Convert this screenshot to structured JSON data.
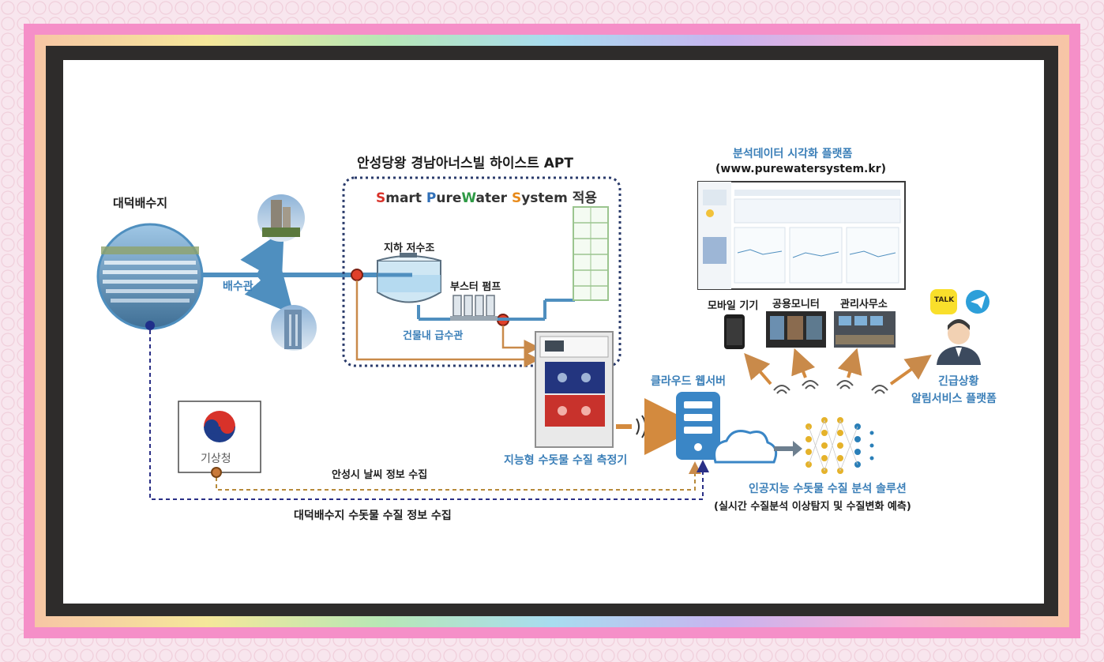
{
  "labels": {
    "reservoir": "대덕배수지",
    "pipe": "배수관",
    "apt_title": "안성당왕 경남아너스빌 하이스트 APT",
    "system_brand": {
      "s1": "S",
      "s2": "mart ",
      "p1": "P",
      "p2": "ure",
      "w1": "W",
      "w2": "ater ",
      "y1": "S",
      "y2": "ystem",
      "suffix": " 적용"
    },
    "underground_tank": "지하 저수조",
    "booster_pump": "부스터 펌프",
    "building_pipe": "건물내 급수관",
    "analyzer": "지능형 수돗물 수질 측정기",
    "cloud_server": "클라우드 웹서버",
    "kma_logo_text": "기상청",
    "weather_info": "안성시 날씨 정보 수집",
    "reservoir_info": "대덕배수지 수돗물 수질 정보 수집",
    "platform_title": "분석데이터 시각화 플랫폼",
    "platform_url": "(www.purewatersystem.kr)",
    "mobile": "모바일 기기",
    "public_monitor": "공용모니터",
    "office": "관리사무소",
    "emergency_line1": "긴급상황",
    "emergency_line2": "알림서비스 플랫폼",
    "ai_solution": "인공지능 수돗물 수질 분석 솔루션",
    "ai_desc": "(실시간 수질분석 이상탐지 및 수질변화 예측)",
    "talk_badge": "TALK"
  },
  "colors": {
    "pipe_blue": "#4f8fbf",
    "orange_line": "#c98a4a",
    "navy_dash": "#2a2f86",
    "label_blue": "#3b7fb8",
    "valve_red": "#e0402a",
    "brand_red": "#d8322a",
    "brand_blue": "#2f6fb8",
    "brand_green": "#2e9a45",
    "brand_orange": "#e88a1a"
  },
  "icons": [
    "apartment-photo-icon",
    "office-tower-photo-icon",
    "water-tank-icon",
    "booster-pump-icon",
    "water-analyzer-icon",
    "server-icon",
    "cloud-icon",
    "wifi-signal-icon",
    "neural-network-icon",
    "smartphone-icon",
    "monitor-icon",
    "control-room-icon",
    "kakaotalk-icon",
    "telegram-icon",
    "user-avatar-icon",
    "kma-logo-icon"
  ]
}
